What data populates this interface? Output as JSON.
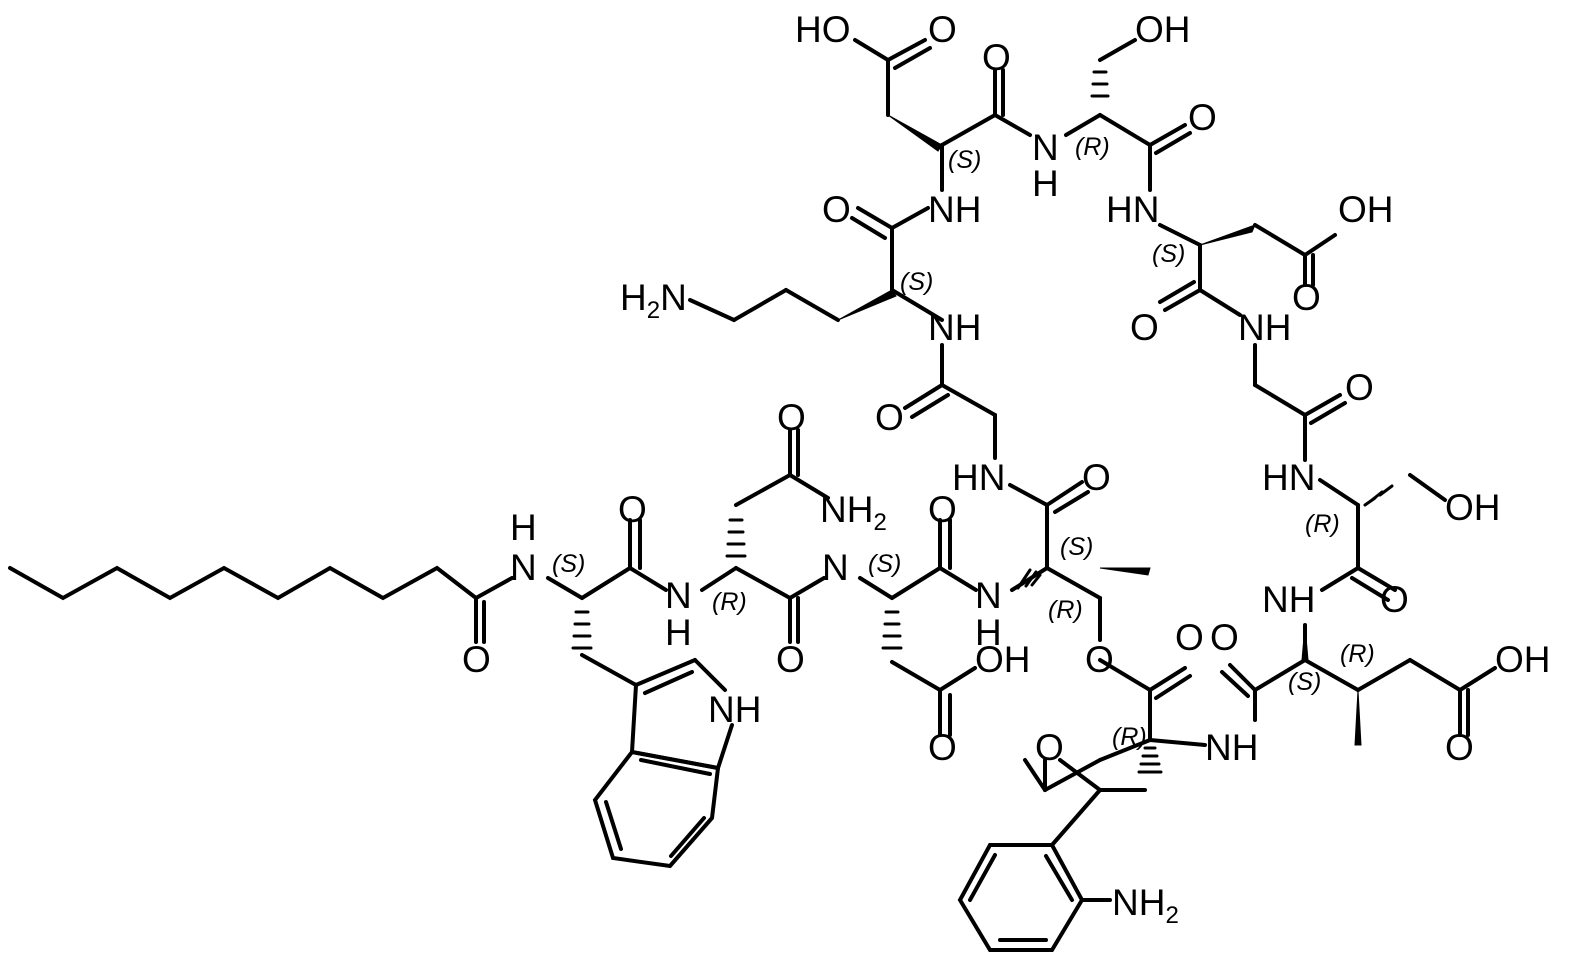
{
  "diagram": {
    "background": "#ffffff",
    "bond_color": "#000000",
    "labels": {
      "ho_asp1": "HO",
      "o_asp1_acid": "O",
      "oh_ser1": "OH",
      "o_asp1_co": "O",
      "nh_ser1_n": "N",
      "nh_ser1_h": "H",
      "o_ser1_co": "O",
      "o_orn_co": "O",
      "nh_asp1": "NH",
      "hn_asp2": "HN",
      "oh_asp2": "OH",
      "o_asp2_acid": "O",
      "h2n_orn": "H2N",
      "nh_orn": "NH",
      "o_asp2_co": "O",
      "nh_gly2": "NH",
      "o_gly1_co": "O",
      "o_gly2_co": "O",
      "hn_gly1": "HN",
      "o_thr_co": "O",
      "hn_ser2": "HN",
      "oh_ser2": "OH",
      "o_asn_side": "O",
      "nh2_asn": "NH2",
      "o_trp_co": "O",
      "o_asp3_co": "O",
      "nh_trp_h": "H",
      "nh_trp_n": "N",
      "n_asp3": "N",
      "nh_asn_n": "N",
      "nh_asn_h": "H",
      "nh_thr_n": "N",
      "nh_thr_h": "H",
      "nh_mglu": "NH",
      "o_ser2_co": "O",
      "o_dec_co": "O",
      "o_asn_co": "O",
      "oh_asp3": "OH",
      "o_ester": "O",
      "o_kyn_co": "O",
      "o_mglu_co": "O",
      "oh_mglu": "OH",
      "nh_indole": "NH",
      "o_asp3_acid": "O",
      "o_kyn_ketone": "O",
      "nh_kyn": "NH",
      "o_mglu_acid": "O",
      "nh2_kyn": "NH2"
    },
    "stereo_labels": {
      "asp1": "(S)",
      "ser1": "(R)",
      "orn": "(S)",
      "asp2": "(S)",
      "thr_alpha": "(S)",
      "thr_beta": "(R)",
      "ser2": "(R)",
      "trp": "(S)",
      "asn": "(R)",
      "asp3": "(S)",
      "mglu_beta": "(R)",
      "mglu_alpha": "(S)",
      "kyn": "(R)"
    }
  }
}
